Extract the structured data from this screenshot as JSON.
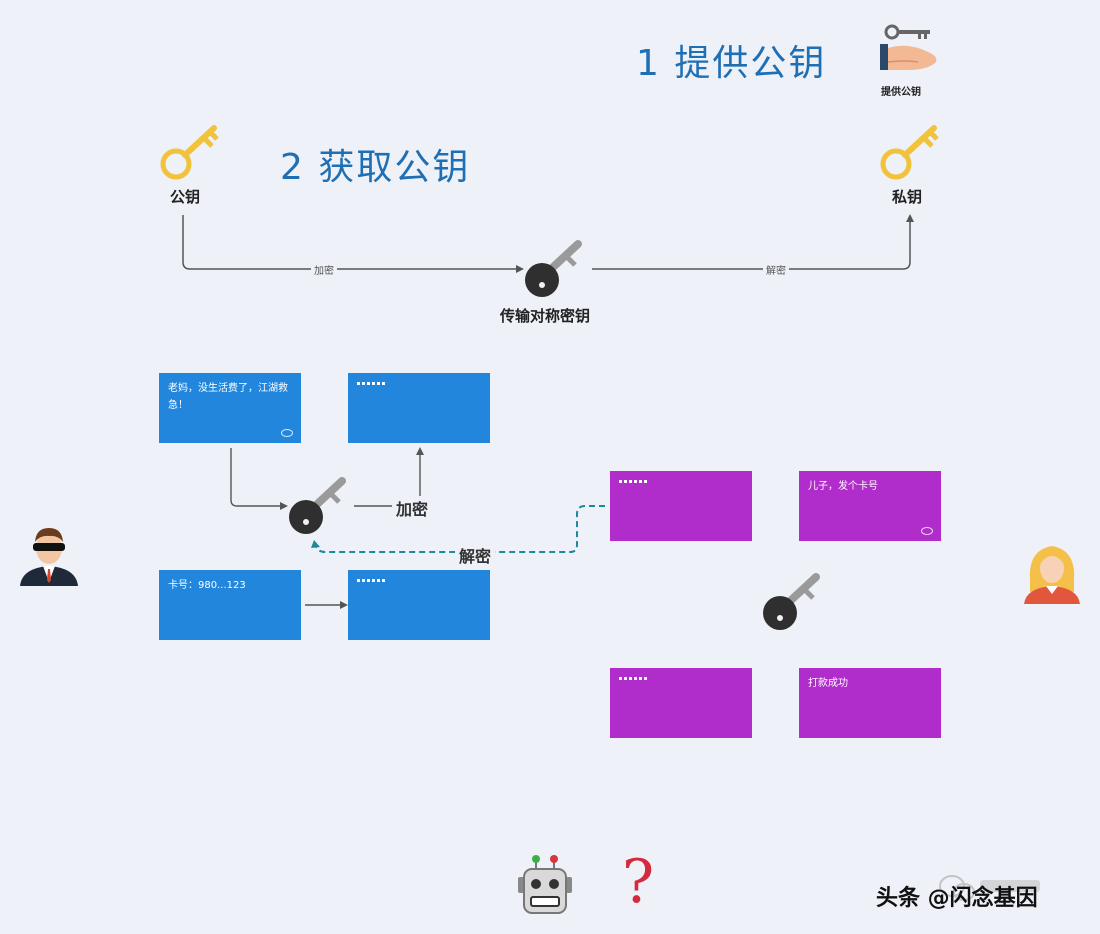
{
  "steps": {
    "provide": "1 提供公钥",
    "obtain": "2 获取公钥"
  },
  "icons": {
    "provide_icon_label": "提供公钥",
    "public_key_label": "公钥",
    "private_key_label": "私钥",
    "symmetric_key_label": "传输对称密钥"
  },
  "flow": {
    "encrypt_small": "加密",
    "decrypt_small": "解密",
    "encrypt": "加密",
    "decrypt": "解密"
  },
  "cards": {
    "blue_msg": "老妈，没生活费了，江湖救急！",
    "blue_card_number": "卡号：980...123",
    "purple_msg": "儿子，发个卡号",
    "purple_done": "打款成功"
  },
  "watermark": {
    "text": "头条 @闪念基因"
  },
  "misc": {
    "question": "?"
  },
  "colors": {
    "blue": "#2286dd",
    "purple": "#b02dcc",
    "title": "#1f6fb5",
    "gold_key": "#f2c23a",
    "dark_key": "#333333",
    "dashed": "#1c8a9c"
  }
}
